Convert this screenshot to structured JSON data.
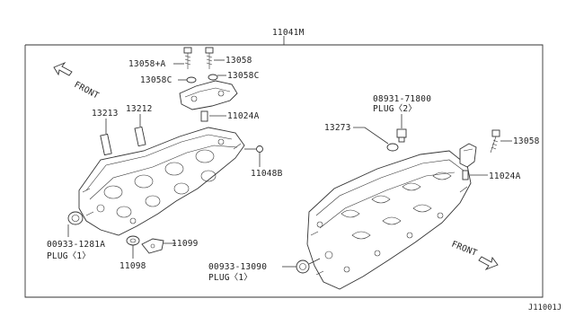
{
  "assembly_number": "11041M",
  "diagram_code": "J11001J",
  "directions": {
    "front_left": "FRONT",
    "front_right": "FRONT"
  },
  "parts": {
    "bolt_a": "13058+A",
    "bolt_b": "13058",
    "washer_left": "13058C",
    "washer_right": "13058C",
    "gasket_left_1": "13213",
    "gasket_left_2": "13212",
    "dowel_left": "11024A",
    "stud_right": "11048B",
    "plug_left_code": "00933-1281A",
    "plug_left_desc": "PLUG〈1〉",
    "seal_11098": "11098",
    "bracket_11099": "11099",
    "plug_right_top_code": "08931-71800",
    "plug_right_top_desc": "PLUG〈2〉",
    "gasket_right": "13273",
    "bolt_right": "13058",
    "dowel_right": "11024A",
    "plug_right_bottom_code": "00933-13090",
    "plug_right_bottom_desc": "PLUG〈1〉"
  }
}
